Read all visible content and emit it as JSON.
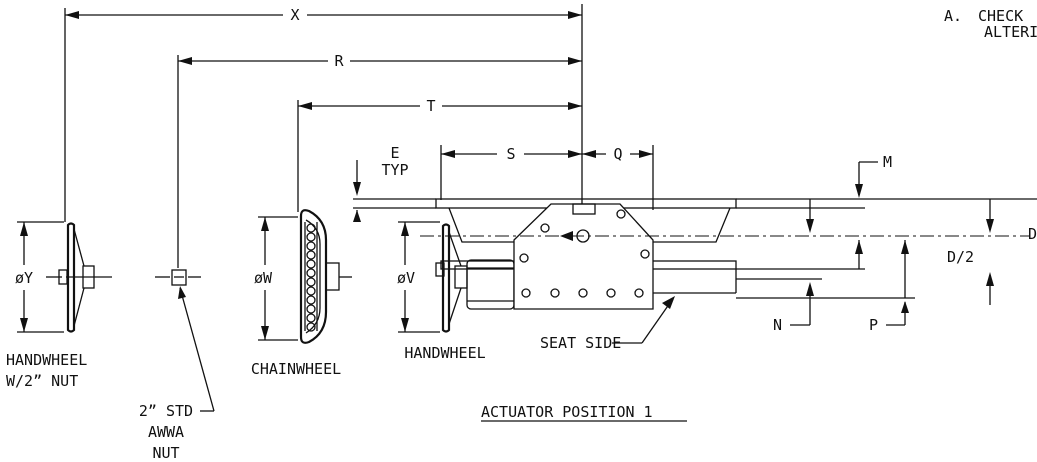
{
  "dimensions": {
    "x": "X",
    "r": "R",
    "t": "T",
    "s": "S",
    "q": "Q",
    "e": "E",
    "e_note": "TYP",
    "m": "M",
    "n": "N",
    "p": "P",
    "d_half": "D/2",
    "y_dia": "øY",
    "w_dia": "øW",
    "v_dia": "øV"
  },
  "labels": {
    "handwheel_nut_line1": "HANDWHEEL",
    "handwheel_nut_line2": "W/2” NUT",
    "std_nut_line1": "2” STD",
    "std_nut_line2": "AWWA",
    "std_nut_line3": "NUT",
    "chainwheel": "CHAINWHEEL",
    "handwheel": "HANDWHEEL",
    "seat_side": "SEAT SIDE",
    "actuator_position": "ACTUATOR POSITION 1"
  },
  "notes": {
    "a_marker": "A.",
    "a_line1": "CHECK",
    "a_line2": "ALTERI",
    "edge_partial_1": "D"
  }
}
